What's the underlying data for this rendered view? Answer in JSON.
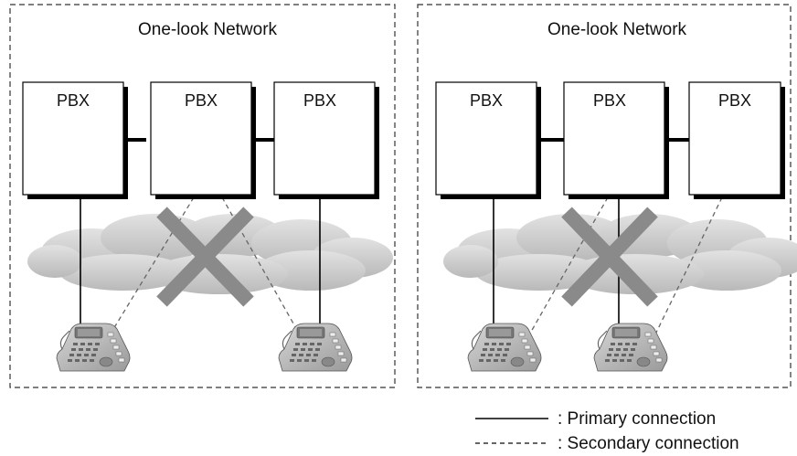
{
  "networks": [
    {
      "title": "One-look Network",
      "pbx_labels": [
        "PBX",
        "PBX",
        "PBX"
      ]
    },
    {
      "title": "One-look Network",
      "pbx_labels": [
        "PBX",
        "PBX",
        "PBX"
      ]
    }
  ],
  "legend": {
    "primary": ": Primary connection",
    "secondary": ": Secondary connection"
  },
  "colors": {
    "box_border": "#000000",
    "shadow": "#000000",
    "cloud": "#d0d0d0",
    "cross": "#8a8a8a",
    "frame_dash": "#333333",
    "phone": "#b8b8b8"
  }
}
